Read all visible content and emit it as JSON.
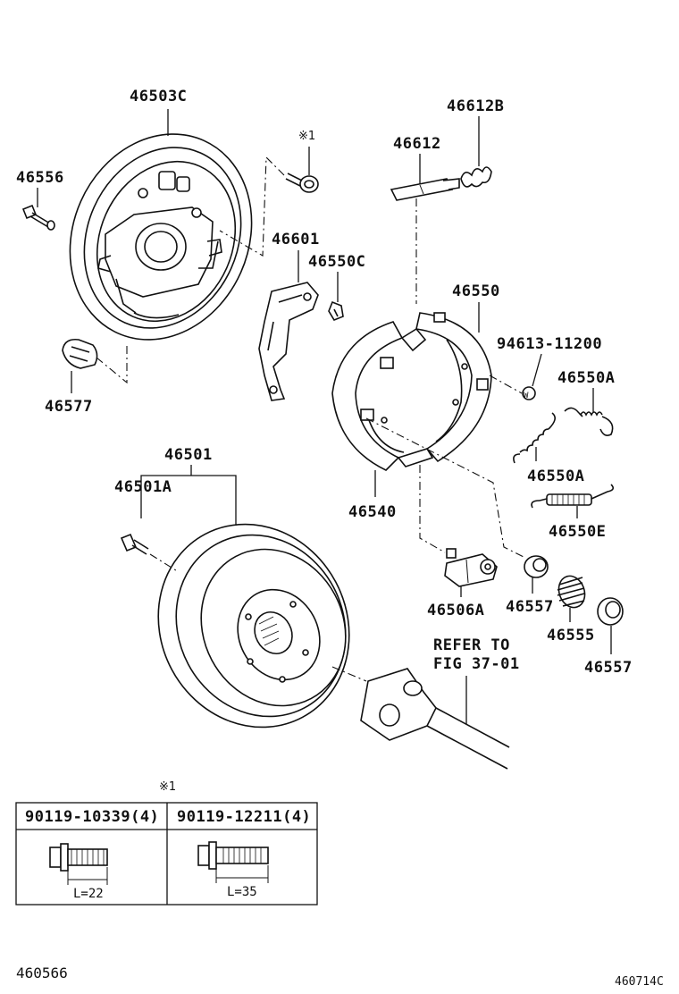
{
  "labels": {
    "p46503C": "46503C",
    "p46556": "46556",
    "mark1_top": "※1",
    "p46612": "46612",
    "p46612B": "46612B",
    "p46601": "46601",
    "p46550C": "46550C",
    "p46550": "46550",
    "p94613": "94613-11200",
    "p46550A_1": "46550A",
    "p46577": "46577",
    "p46501": "46501",
    "p46501A": "46501A",
    "p46540": "46540",
    "p46550A_2": "46550A",
    "p46550E": "46550E",
    "p46506A": "46506A",
    "p46557_1": "46557",
    "p46555": "46555",
    "p46557_2": "46557",
    "refer_line1": "REFER TO",
    "refer_line2": "FIG 37-01",
    "mark1_table": "※1",
    "fig_left": "460566",
    "fig_right": "460714C"
  },
  "bolt_table": {
    "col1_header": "90119-10339(4)",
    "col2_header": "90119-12211(4)",
    "col1_length": "L=22",
    "col2_length": "L=35"
  }
}
